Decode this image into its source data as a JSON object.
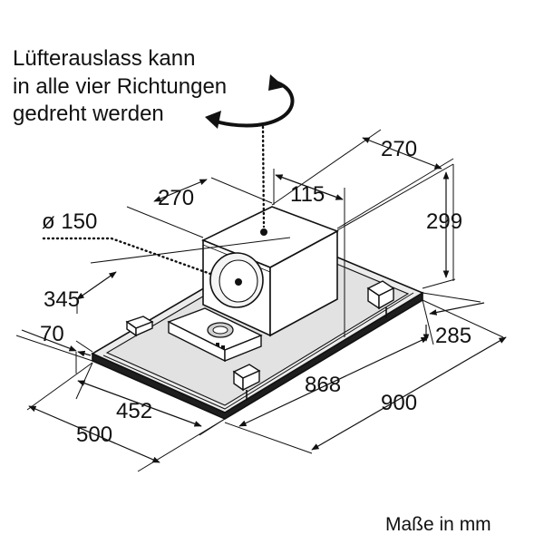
{
  "note": {
    "line1": "Lüfterauslass kann",
    "line2": "in alle vier Richtungen",
    "line3": "gedreht werden"
  },
  "diameter_label": "ø 150",
  "dimensions": {
    "top_depth": "270",
    "top_width": "270",
    "offset": "115",
    "height": "299",
    "d345": "345",
    "d70": "70",
    "d285": "285",
    "d452": "452",
    "d500": "500",
    "d868": "868",
    "d900": "900"
  },
  "units_label": "Maße in mm"
}
